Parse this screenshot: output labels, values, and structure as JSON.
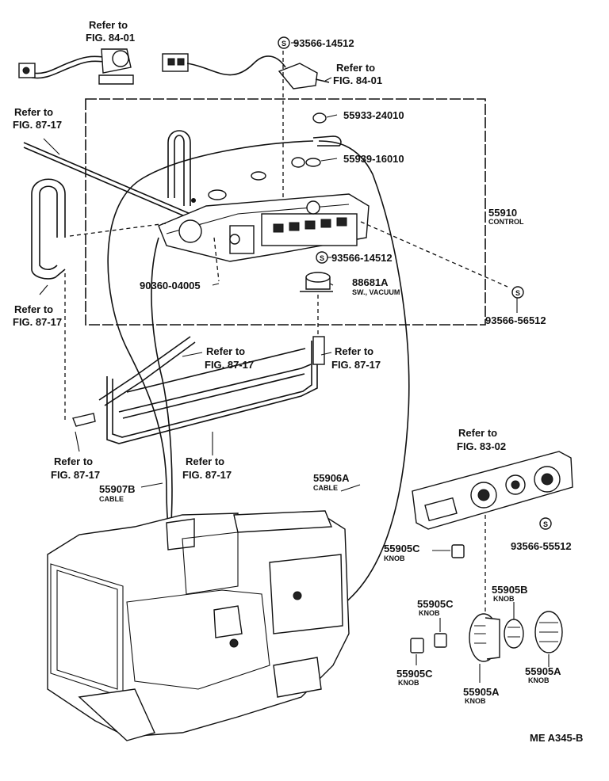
{
  "drawing_code": "ME A345-B",
  "refs": {
    "top_left": [
      "Refer to",
      "FIG. 84-01"
    ],
    "top_right": [
      "Refer to",
      "FIG. 84-01"
    ],
    "left_upper": [
      "Refer to",
      "FIG. 87-17"
    ],
    "left_lower": [
      "Refer to",
      "FIG. 87-17"
    ],
    "mid_left": [
      "Refer to",
      "FIG. 87-17"
    ],
    "mid_right": [
      "Refer to",
      "FIG. 87-17"
    ],
    "bottom_left": [
      "Refer to",
      "FIG. 87-17"
    ],
    "bottom_mid": [
      "Refer to",
      "FIG. 87-17"
    ],
    "panel": [
      "Refer to",
      "FIG. 83-02"
    ]
  },
  "parts": {
    "screw_top": "93566-14512",
    "p55933": "55933-24010",
    "p55939": "55939-16010",
    "control_num": "55910",
    "control_name": "CONTROL",
    "screw_mid": "93566-14512",
    "p90360": "90360-04005",
    "sw_num": "88681A",
    "sw_name": "SW., VACUUM",
    "screw_right": "93566-56512",
    "cable_a_num": "55906A",
    "cable_a_name": "CABLE",
    "cable_b_num": "55907B",
    "cable_b_name": "CABLE",
    "knob_c1_num": "55905C",
    "knob_c1_name": "KNOB",
    "screw_panel": "93566-55512",
    "knob_c2_num": "55905C",
    "knob_c2_name": "KNOB",
    "knob_b_num": "55905B",
    "knob_b_name": "KNOB",
    "knob_c3_num": "55905C",
    "knob_c3_name": "KNOB",
    "knob_a1_num": "55905A",
    "knob_a1_name": "KNOB",
    "knob_a2_num": "55905A",
    "knob_a2_name": "KNOB"
  },
  "symbols": {
    "s_mark": "S"
  }
}
